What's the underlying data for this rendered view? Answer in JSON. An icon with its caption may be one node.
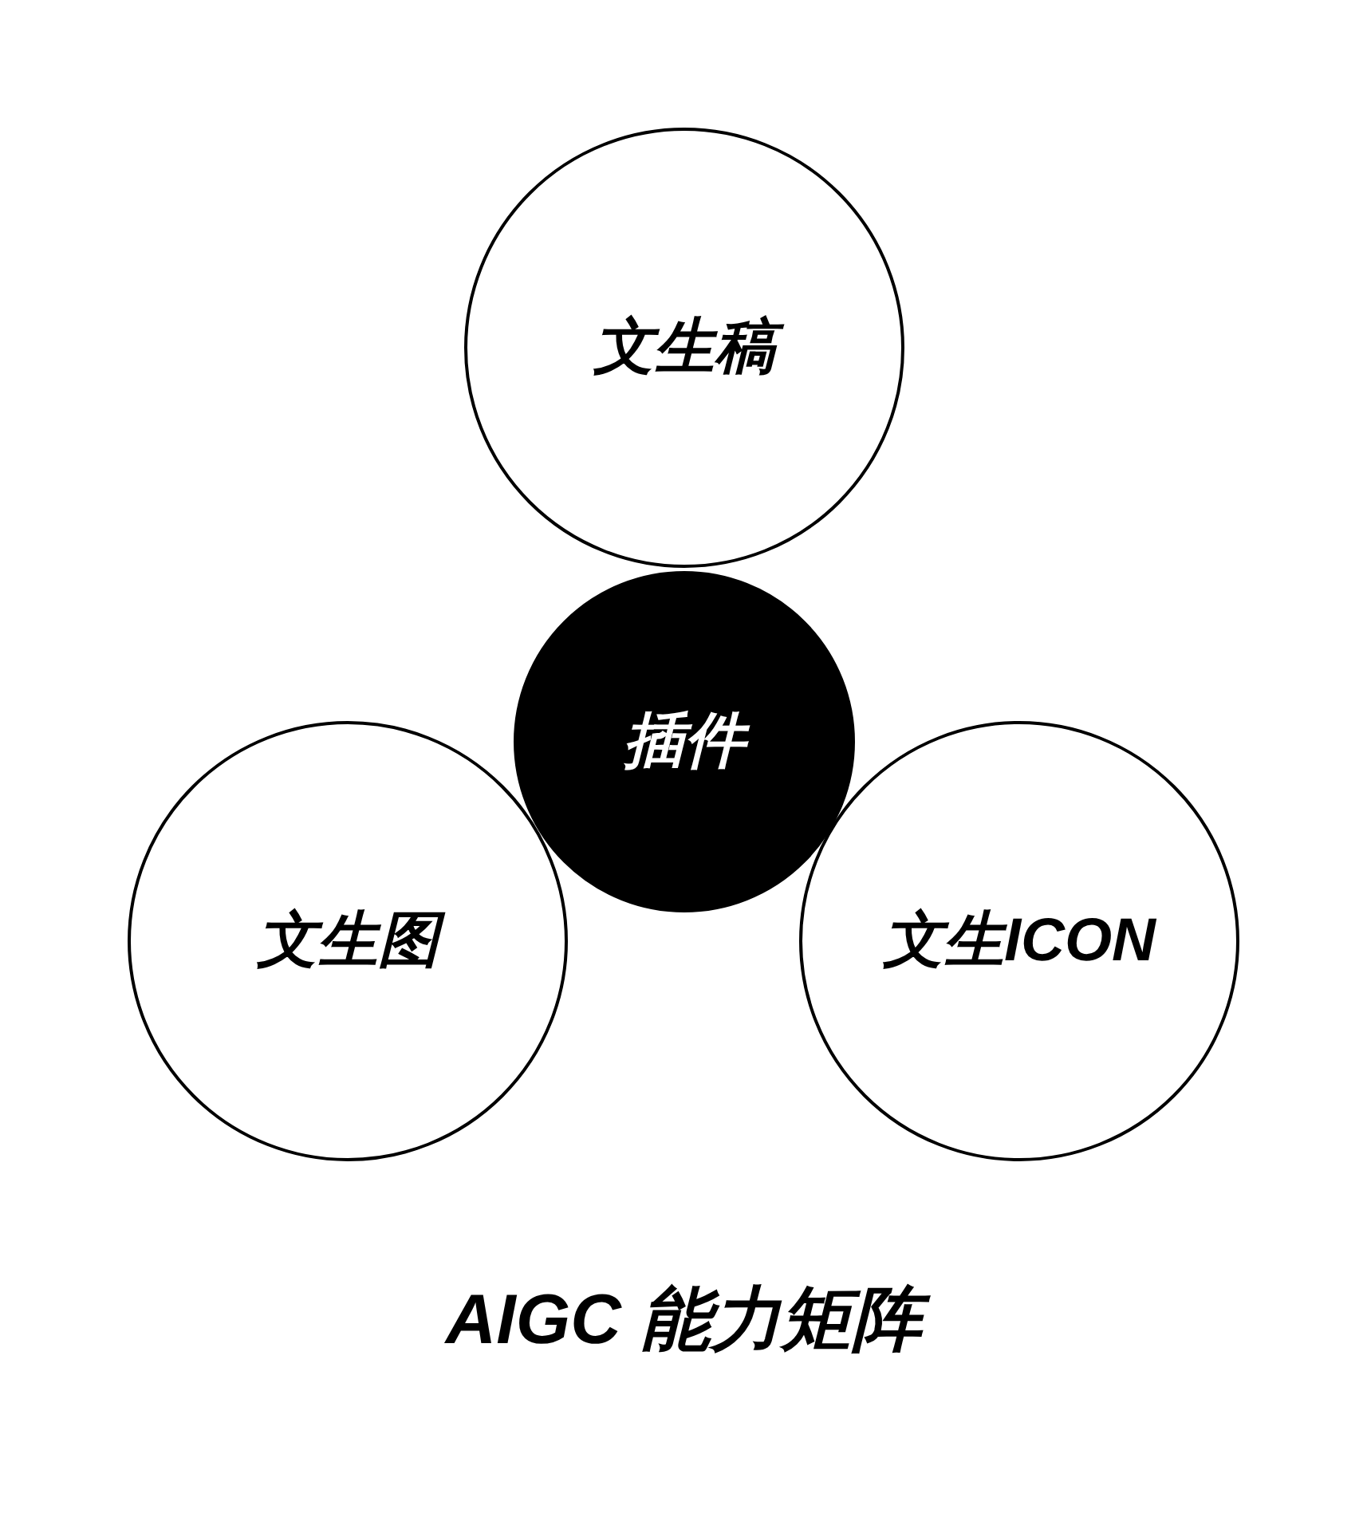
{
  "diagram": {
    "title": "AIGC 能力矩阵",
    "nodes": [
      {
        "text": [
          "文生稿"
        ]
      },
      {
        "text": [
          "插件"
        ]
      },
      {
        "text": [
          "文生图"
        ]
      },
      {
        "text": [
          "文生ICON"
        ]
      }
    ]
  }
}
